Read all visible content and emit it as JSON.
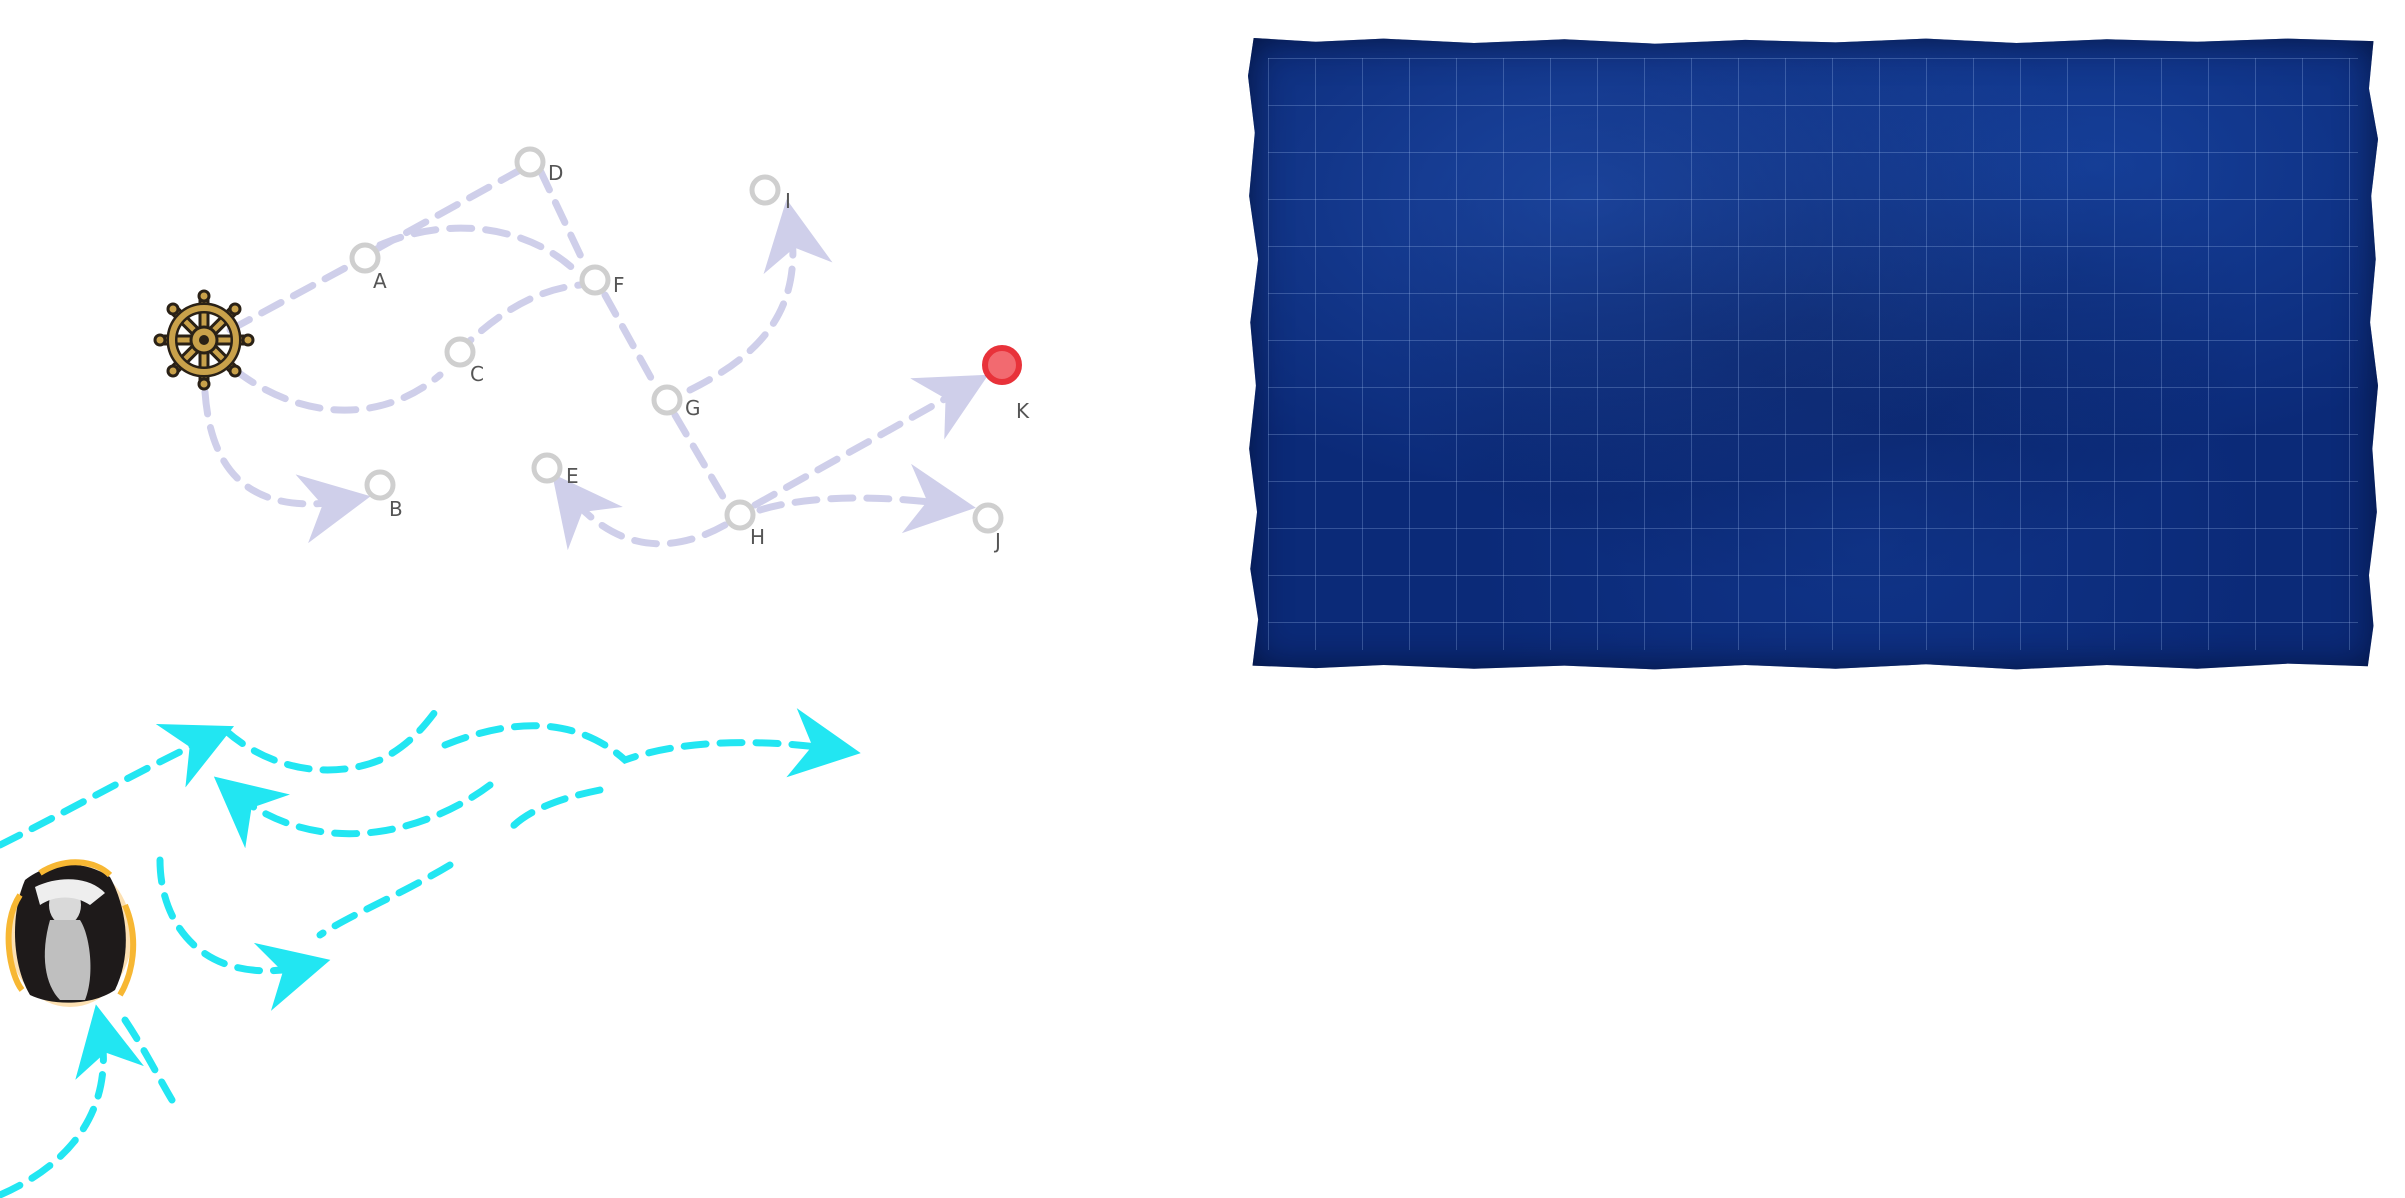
{
  "map": {
    "nodes": [
      {
        "id": "start",
        "label": "",
        "type": "helm"
      },
      {
        "id": "A",
        "label": "A",
        "type": "waypoint"
      },
      {
        "id": "B",
        "label": "B",
        "type": "waypoint"
      },
      {
        "id": "C",
        "label": "C",
        "type": "waypoint"
      },
      {
        "id": "D",
        "label": "D",
        "type": "waypoint"
      },
      {
        "id": "E",
        "label": "E",
        "type": "waypoint"
      },
      {
        "id": "F",
        "label": "F",
        "type": "waypoint"
      },
      {
        "id": "G",
        "label": "G",
        "type": "waypoint"
      },
      {
        "id": "H",
        "label": "H",
        "type": "waypoint"
      },
      {
        "id": "I",
        "label": "I",
        "type": "waypoint"
      },
      {
        "id": "J",
        "label": "J",
        "type": "waypoint"
      },
      {
        "id": "K",
        "label": "K",
        "type": "boss"
      }
    ],
    "route_color": "#cfcfea",
    "boss_color": "#e8323a",
    "node_color": "#cfcfcf",
    "helm_color": "#c9a14a"
  },
  "movement_arrows": {
    "color": "#22e6f2"
  },
  "sea_panel": {
    "base_color": "#0b2a78",
    "grid_color": "#a0bef0"
  },
  "character": {
    "icon": "abyssal-character-icon"
  }
}
